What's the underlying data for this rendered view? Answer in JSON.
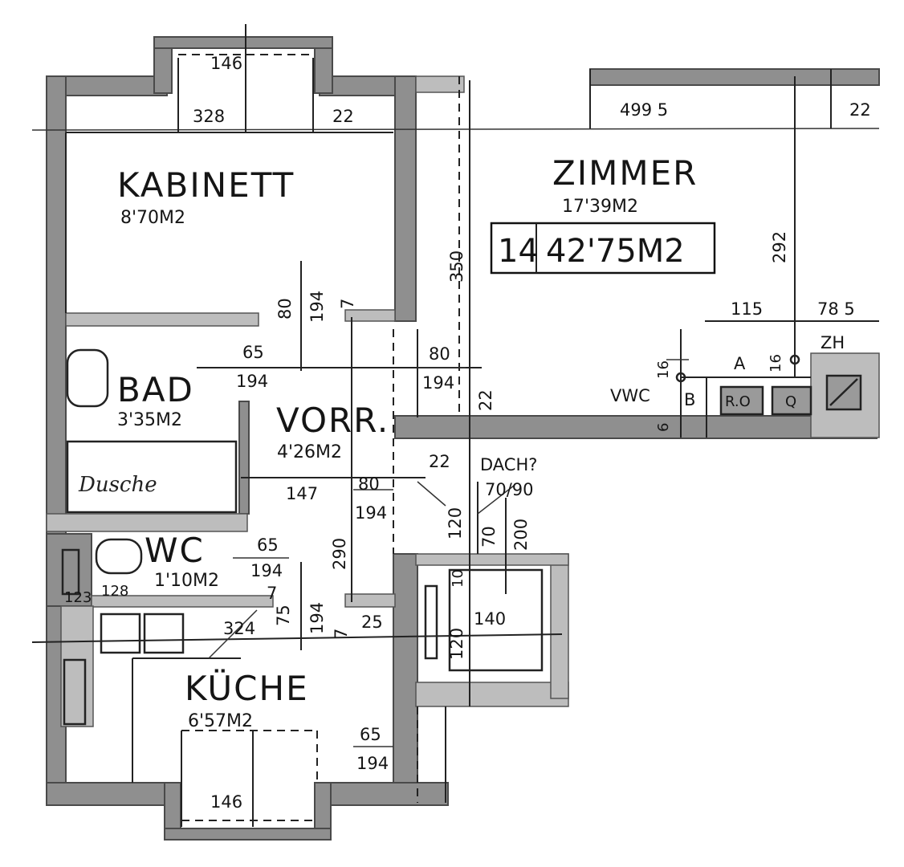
{
  "rooms": {
    "kabinett": {
      "name": "KABINETT",
      "area": "8'70M2"
    },
    "zimmer": {
      "name": "ZIMMER",
      "area": "17'39M2"
    },
    "bad": {
      "name": "BAD",
      "area": "3'35M2"
    },
    "vorr": {
      "name": "VORR.",
      "area": "4'26M2"
    },
    "wc": {
      "name": "WC",
      "area": "1'10M2"
    },
    "kueche": {
      "name": "KÜCHE",
      "area": "6'57M2"
    },
    "dach": {
      "name": "DACH?"
    }
  },
  "unit": {
    "number": "14",
    "total_area": "42'75M2"
  },
  "labels": {
    "ventilation_wc": "VWC",
    "point_a": "A",
    "point_b": "B",
    "heating": "ZH",
    "handwriting": "Dusche",
    "appliance_1": "R.O",
    "appliance_2": "Q"
  },
  "dimensions": {
    "top_window_width": "146",
    "kabinett_width": "328",
    "wall_kabinett_zimmer": "22",
    "zimmer_width": "499 5",
    "wall_right": "22",
    "zimmer_depth": "350",
    "zimmer_right_depth": "292",
    "niche_width": "115",
    "niche_right": "78 5",
    "small_16a": "16",
    "small_16b": "16",
    "small_6": "6",
    "kab_door_80": "80",
    "kab_door_194": "194",
    "kab_door_7": "7",
    "bad_door_65": "65",
    "bad_door_194": "194",
    "zim_door_80": "80",
    "zim_door_194": "194",
    "wall_22_vert": "22",
    "dach_22": "22",
    "dach_size": "70/90",
    "dach_120": "120",
    "dach_70": "70",
    "dach_200": "200",
    "vorr_147": "147",
    "vorr_door_80": "80",
    "vorr_door_194": "194",
    "vorr_290": "290",
    "wc_door_65": "65",
    "wc_door_194": "194",
    "wc_128": "128",
    "wc_123": "123",
    "wc_7": "7",
    "kueche_75": "75",
    "kueche_194": "194",
    "kueche_7": "7",
    "kueche_324": "324",
    "kueche_25": "25",
    "store_10": "10",
    "store_140": "140",
    "store_120": "120",
    "kueche_door_65": "65",
    "kueche_door_194": "194",
    "bottom_window_width": "146"
  }
}
